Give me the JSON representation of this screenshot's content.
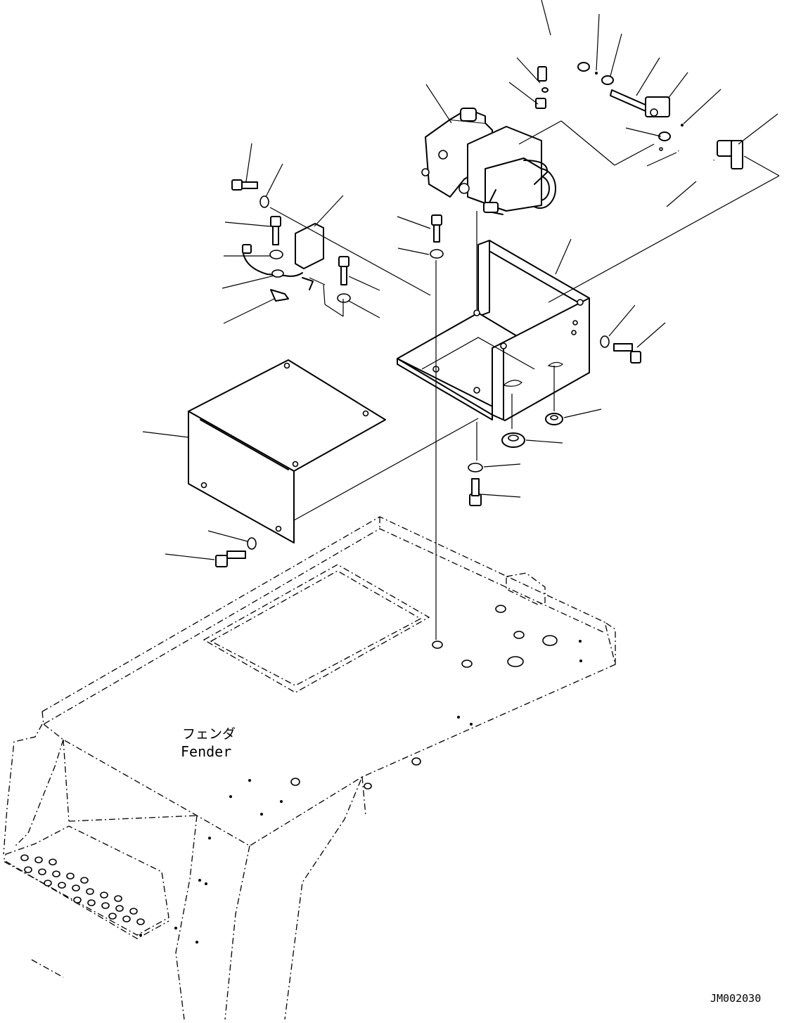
{
  "labels": {
    "fender_jp": "フェンダ",
    "fender_en": "Fender",
    "drawing_code": "JM002030"
  },
  "parts": {
    "pump_motor": "pump-motor-assembly",
    "bracket": "mounting-bracket",
    "cover": "cover-plate",
    "relay": "relay-switch",
    "hoses": "hydraulic-hose-lines",
    "fender": "fender-panel"
  }
}
